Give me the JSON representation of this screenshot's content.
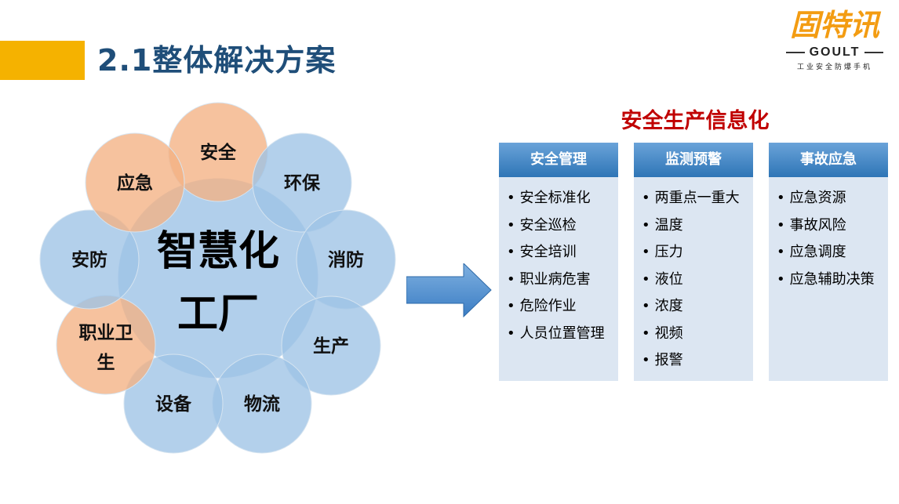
{
  "header": {
    "title": "2.1整体解决方案"
  },
  "logo": {
    "main": "固特讯",
    "brand": "GOULT",
    "tagline": "工业安全防爆手机"
  },
  "diagram": {
    "center_line1": "智慧化",
    "center_line2": "工厂",
    "petals": [
      {
        "id": "anquan",
        "label": "安全",
        "color": "#f4b183"
      },
      {
        "id": "huanbao",
        "label": "环保",
        "color": "#9dc3e6"
      },
      {
        "id": "xiaofang",
        "label": "消防",
        "color": "#9dc3e6"
      },
      {
        "id": "shengchan",
        "label": "生产",
        "color": "#9dc3e6"
      },
      {
        "id": "wuliu",
        "label": "物流",
        "color": "#9dc3e6"
      },
      {
        "id": "shebei",
        "label": "设备",
        "color": "#9dc3e6"
      },
      {
        "id": "zhiye",
        "label": "职业卫生",
        "color": "#f4b183"
      },
      {
        "id": "anfang",
        "label": "安防",
        "color": "#9dc3e6"
      },
      {
        "id": "yingji",
        "label": "应急",
        "color": "#f4b183"
      }
    ]
  },
  "info": {
    "title": "安全生产信息化",
    "columns": [
      {
        "header": "安全管理",
        "items": [
          "安全标准化",
          "安全巡检",
          "安全培训",
          "职业病危害",
          "危险作业",
          "人员位置管理"
        ]
      },
      {
        "header": "监测预警",
        "items": [
          "两重点一重大",
          "温度",
          "压力",
          "液位",
          "浓度",
          "视频",
          "报警"
        ]
      },
      {
        "header": "事故应急",
        "items": [
          "应急资源",
          "事故风险",
          "应急调度",
          "应急辅助决策"
        ]
      }
    ]
  },
  "colors": {
    "accent": "#f5b200",
    "title": "#1f4e79",
    "red": "#c00000",
    "blue": "#2e75b6"
  }
}
